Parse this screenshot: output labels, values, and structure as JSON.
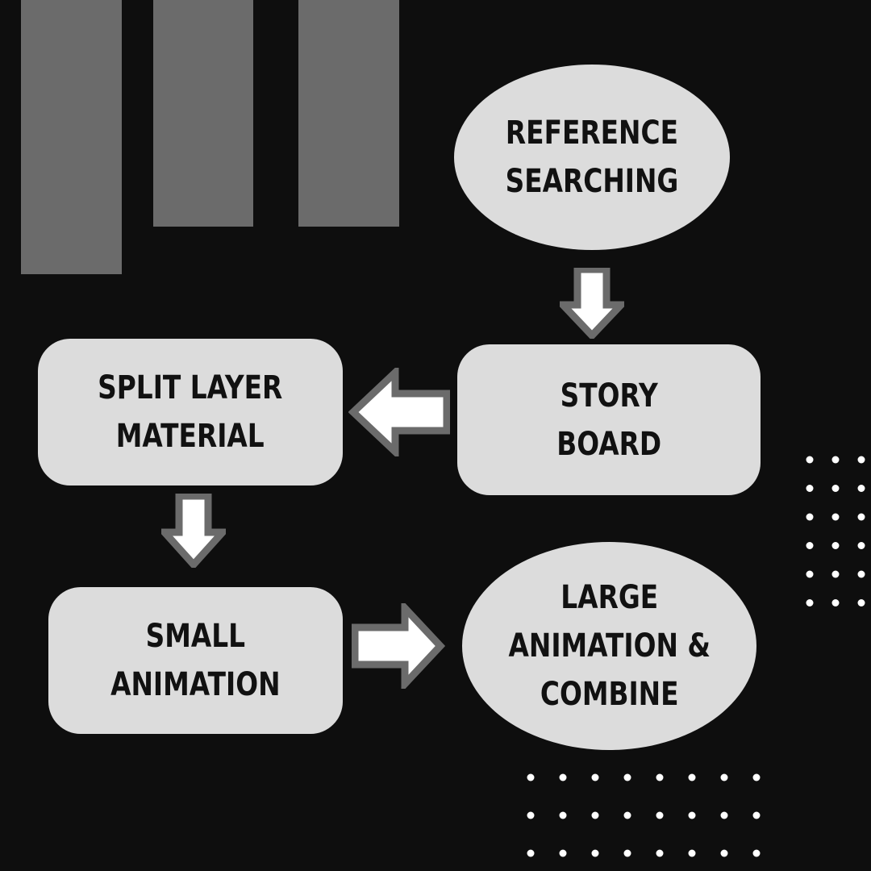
{
  "colors": {
    "background": "#0e0e0e",
    "bar": "#6b6b6b",
    "node_fill": "#dcdcdc",
    "node_text": "#111111",
    "arrow_outline": "#6b6b6b",
    "arrow_fill": "#ffffff",
    "dot": "#ffffff"
  },
  "nodes": {
    "reference_searching": {
      "lines": [
        "REFERENCE",
        "SEARCHING"
      ],
      "shape": "ellipse"
    },
    "story_board": {
      "lines": [
        "STORY",
        "BOARD"
      ],
      "shape": "rounded-rect"
    },
    "split_layer_material": {
      "lines": [
        "SPLIT LAYER",
        "MATERIAL"
      ],
      "shape": "rounded-rect"
    },
    "small_animation": {
      "lines": [
        "SMALL",
        "ANIMATION"
      ],
      "shape": "rounded-rect"
    },
    "large_animation_combine": {
      "lines": [
        "LARGE",
        "ANIMATION &",
        "COMBINE"
      ],
      "shape": "ellipse"
    }
  },
  "edges": [
    {
      "from": "reference_searching",
      "to": "story_board",
      "direction": "down"
    },
    {
      "from": "story_board",
      "to": "split_layer_material",
      "direction": "left"
    },
    {
      "from": "split_layer_material",
      "to": "small_animation",
      "direction": "down"
    },
    {
      "from": "small_animation",
      "to": "large_animation_combine",
      "direction": "right"
    }
  ]
}
